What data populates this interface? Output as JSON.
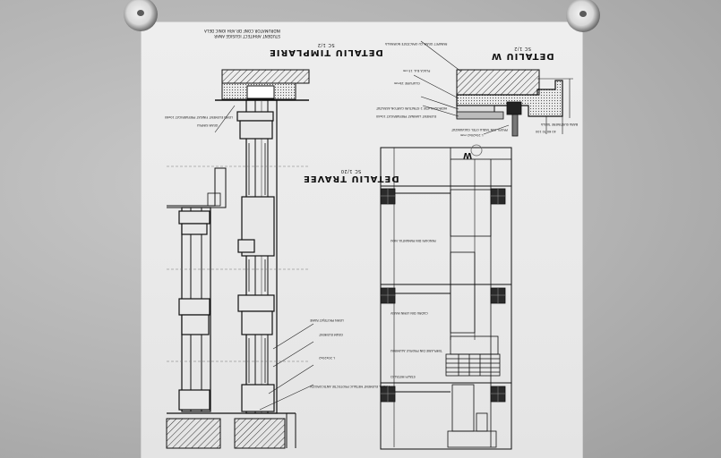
{
  "sheet": {
    "credit": [
      "STUDENT ARHITECT  IGUSIGE ANAR",
      "INDRUMATOR CONF DR ARH  IONIC DELA"
    ],
    "drawings": {
      "timplarie": {
        "title": "DETALIU  TIMPLARIE",
        "scale": "SC 1/2"
      },
      "w": {
        "title": "DETALIU  W",
        "scale": "SC 1/2"
      },
      "travee": {
        "title": "DETALIU  TRAVEE",
        "scale": "SC 1/20"
      },
      "w_mark": "W"
    },
    "notes": {
      "timplarie_a": "LEMN  ELEMENT FINISAT PREFABRICAT  10x60",
      "timplarie_b": "GEAM  SIMPLU",
      "timplarie_c": "LEMN PROTEJAT  RAME",
      "timplarie_d": "GEAM  ELEMENT",
      "timplarie_e": "L 20x20x2",
      "timplarie_f": "PROFIL ELEMENT METALIC PROTECTIE ANTICOROZIV",
      "w_a": "PARAPET GEAM CU OPACITATE NORMALA",
      "w_b": "PLACA  B.A.  15 cm",
      "w_c": "GLAFUIRE  15mm",
      "w_d": "HIDROIZOLATIE  2 STRATURI CARTON ASFALTAT",
      "w_e": "ELEMENT LAMINAT  PREFABRICAT  10x40",
      "w_f": "PROFIL DIN TABLA OTEL GALVANIZAT",
      "w_g": "L 20x20x2 mm",
      "w_h": "BARA  SUSTINERE  TABLA",
      "travee_a": "PANOURI DIN PAMANTUL NOU",
      "travee_b": "CADRU DIN LEMN MASIV",
      "travee_c": "TIMPLARIE DIN PROFILE ALUMINIU",
      "travee_d": "STALPI METALICI",
      "w_dims": "40  60  70  100"
    }
  }
}
